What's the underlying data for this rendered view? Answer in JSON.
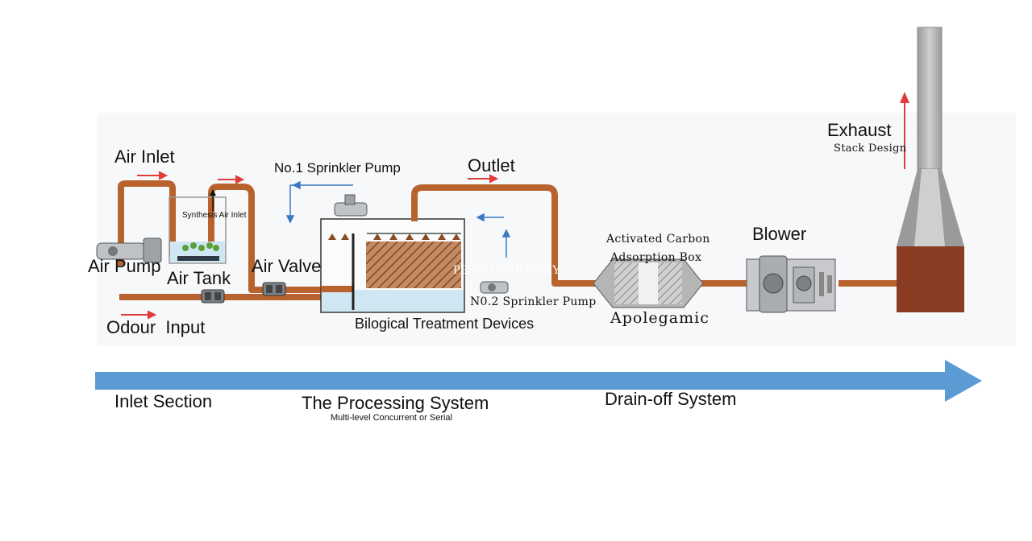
{
  "inlet": {
    "air_inlet": "Air Inlet",
    "air_pump": "Air Pump",
    "air_tank": "Air Tank",
    "synthesis_air_inlet": "Synthesis Air Inlet",
    "air_valve": "Air Valve",
    "odour_input": "Odour  Input"
  },
  "processing": {
    "sprinkler_pump_1": "No.1 Sprinkler Pump",
    "outlet": "Outlet",
    "biological_devices": "Bilogical Treatment Devices",
    "sprinkler_pump_2": "N0.2 Sprinkler Pump",
    "watermark": "PESCO INDUSTRY"
  },
  "drain": {
    "activated_carbon_line1": "Activated Carbon",
    "activated_carbon_line2": "Adsorption Box",
    "apolegamic": "Apolegamic",
    "blower": "Blower",
    "exhaust": "Exhaust",
    "stack_design": "Stack Design"
  },
  "sections": {
    "inlet_section": "Inlet Section",
    "processing_system": "The Processing System",
    "processing_sub": "Multi-level Concurrent or Serial",
    "drain_off_system": "Drain-off System"
  },
  "colors": {
    "pipe": "#b8622e",
    "flow_arrow": "#5b9bd5",
    "red_arrow": "#e23b3b",
    "blue_arrow": "#3a78c2",
    "stack_brick": "#8a3c22"
  }
}
